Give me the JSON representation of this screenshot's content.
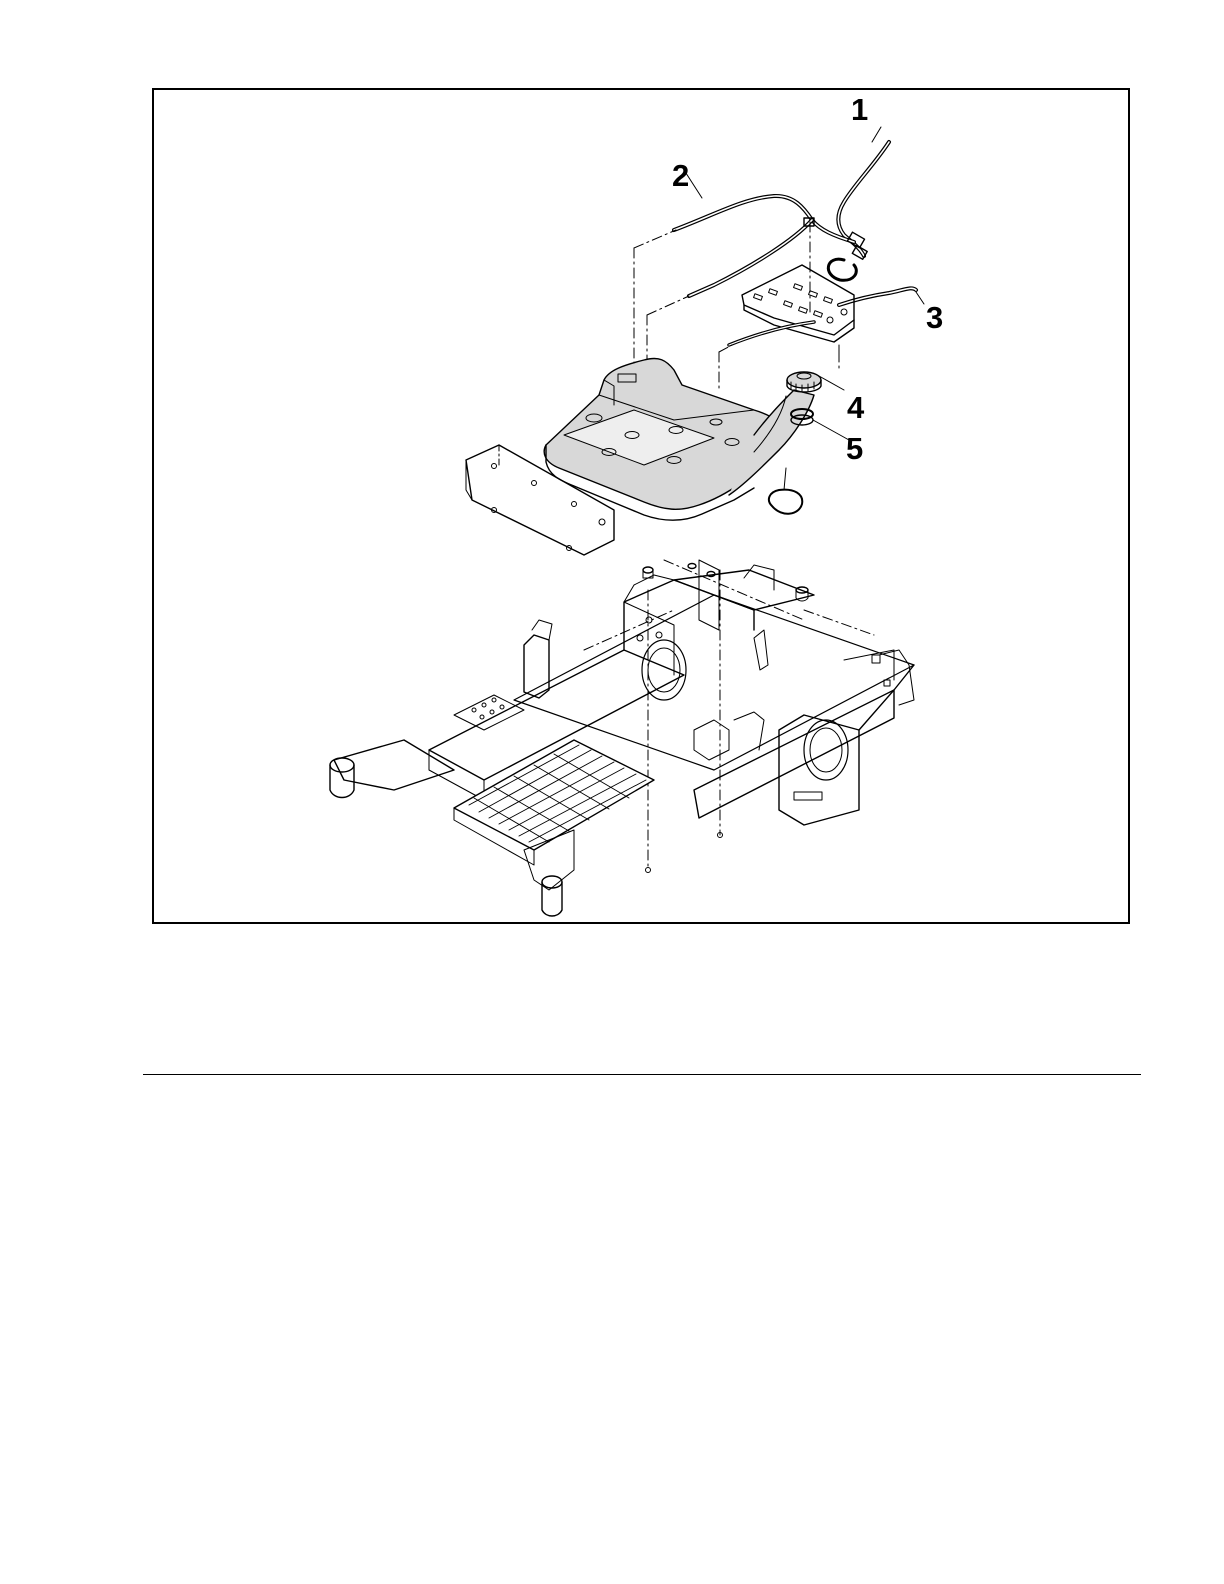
{
  "figure": {
    "callouts": [
      {
        "label": "1"
      },
      {
        "label": "2"
      },
      {
        "label": "3"
      },
      {
        "label": "4"
      },
      {
        "label": "5"
      }
    ]
  },
  "colors": {
    "line": "#000000",
    "tank_shade": "#d8d8d8",
    "background": "#ffffff"
  }
}
